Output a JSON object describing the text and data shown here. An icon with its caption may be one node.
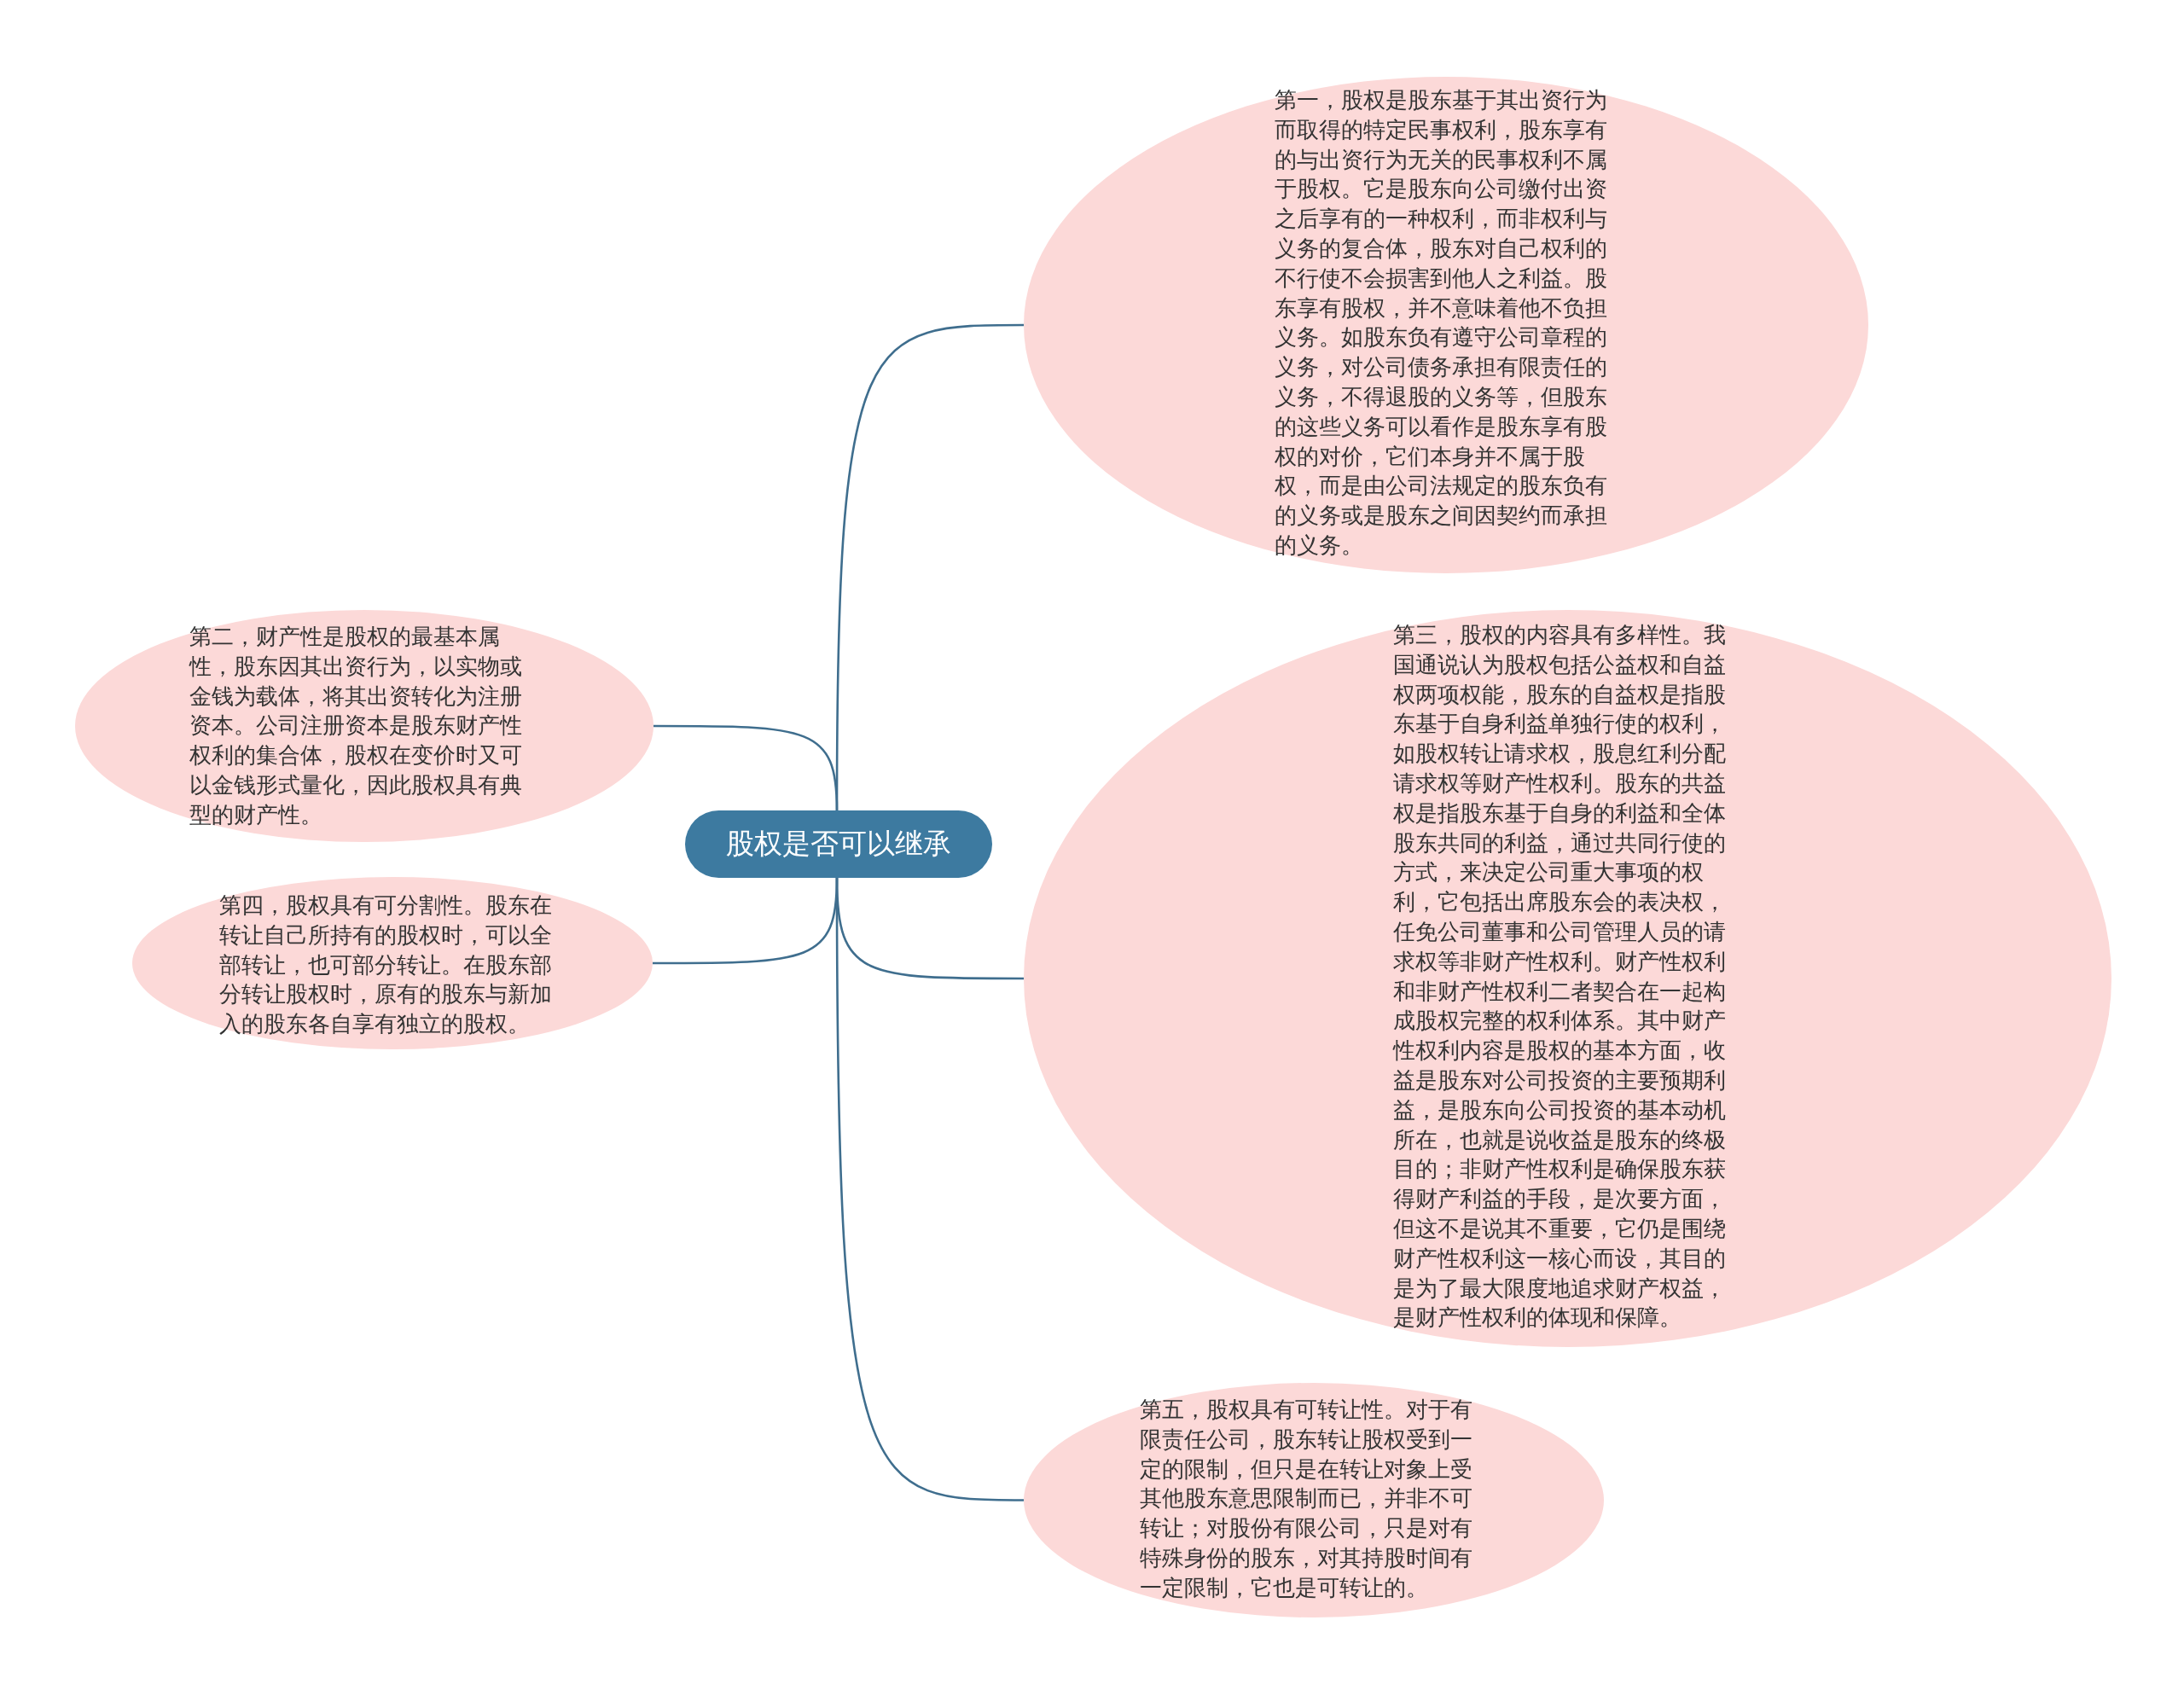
{
  "diagram": {
    "nodes": [
      {
        "text": [
          "股权是否可以继承"
        ]
      },
      {
        "text": [
          "第一，股权是股东基于其出资行为而取得的特定民事权利，股东享有的与出资行为无关的民事权利不属于股权。它是股东向公司缴付出资之后享有的一种权利，而非权利与义务的复合体，股东对自己权利的不行使不会损害到他人之利益。股东享有股权，并不意味着他不负担义务。如股东负有遵守公司章程的义务，对公司债务承担有限责任的义务，不得退股的义务等，但股东的这些义务可以看作是股东享有股权的对价，它们本身并不属于股权，而是由公司法规定的股东负有的义务或是股东之间因契约而承担的义务。"
        ]
      },
      {
        "text": [
          "第二，财产性是股权的最基本属性，股东因其出资行为，以实物或金钱为载体，将其出资转化为注册资本。公司注册资本是股东财产性权利的集合体，股权在变价时又可以金钱形式量化，因此股权具有典型的财产性。"
        ]
      },
      {
        "text": [
          "第三，股权的内容具有多样性。我国通说认为股权包括公益权和自益权两项权能，股东的自益权是指股东基于自身利益单独行使的权利，如股权转让请求权，股息红利分配请求权等财产性权利。股东的共益权是指股东基于自身的利益和全体股东共同的利益，通过共同行使的方式，来决定公司重大事项的权利，它包括出席股东会的表决权，任免公司董事和公司管理人员的请求权等非财产性权利。财产性权利和非财产性权利二者契合在一起构成股权完整的权利体系。其中财产性权利内容是股权的基本方面，收益是股东对公司投资的主要预期利益，是股东向公司投资的基本动机所在，也就是说收益是股东的终极目的；非财产性权利是确保股东获得财产利益的手段，是次要方面，但这不是说其不重要，它仍是围绕财产性权利这一核心而设，其目的是为了最大限度地追求财产权益，是财产性权利的体现和保障。"
        ]
      },
      {
        "text": [
          "第四，股权具有可分割性。股东在转让自己所持有的股权时，可以全部转让，也可部分转让。在股东部分转让股权时，原有的股东与新加入的股东各自享有独立的股权。"
        ]
      },
      {
        "text": [
          "第五，股权具有可转让性。对于有限责任公司，股东转让股权受到一定的限制，但只是在转让对象上受其他股东意思限制而已，并非不可转让；对股份有限公司，只是对有特殊身份的股东，对其持股时间有一定限制，它也是可转让的。"
        ]
      }
    ],
    "edges": [
      {
        "from": 0,
        "to": 1,
        "arrow": "none"
      },
      {
        "from": 0,
        "to": 2,
        "arrow": "none"
      },
      {
        "from": 0,
        "to": 3,
        "arrow": "none"
      },
      {
        "from": 0,
        "to": 4,
        "arrow": "none"
      },
      {
        "from": 0,
        "to": 5,
        "arrow": "none"
      }
    ]
  }
}
